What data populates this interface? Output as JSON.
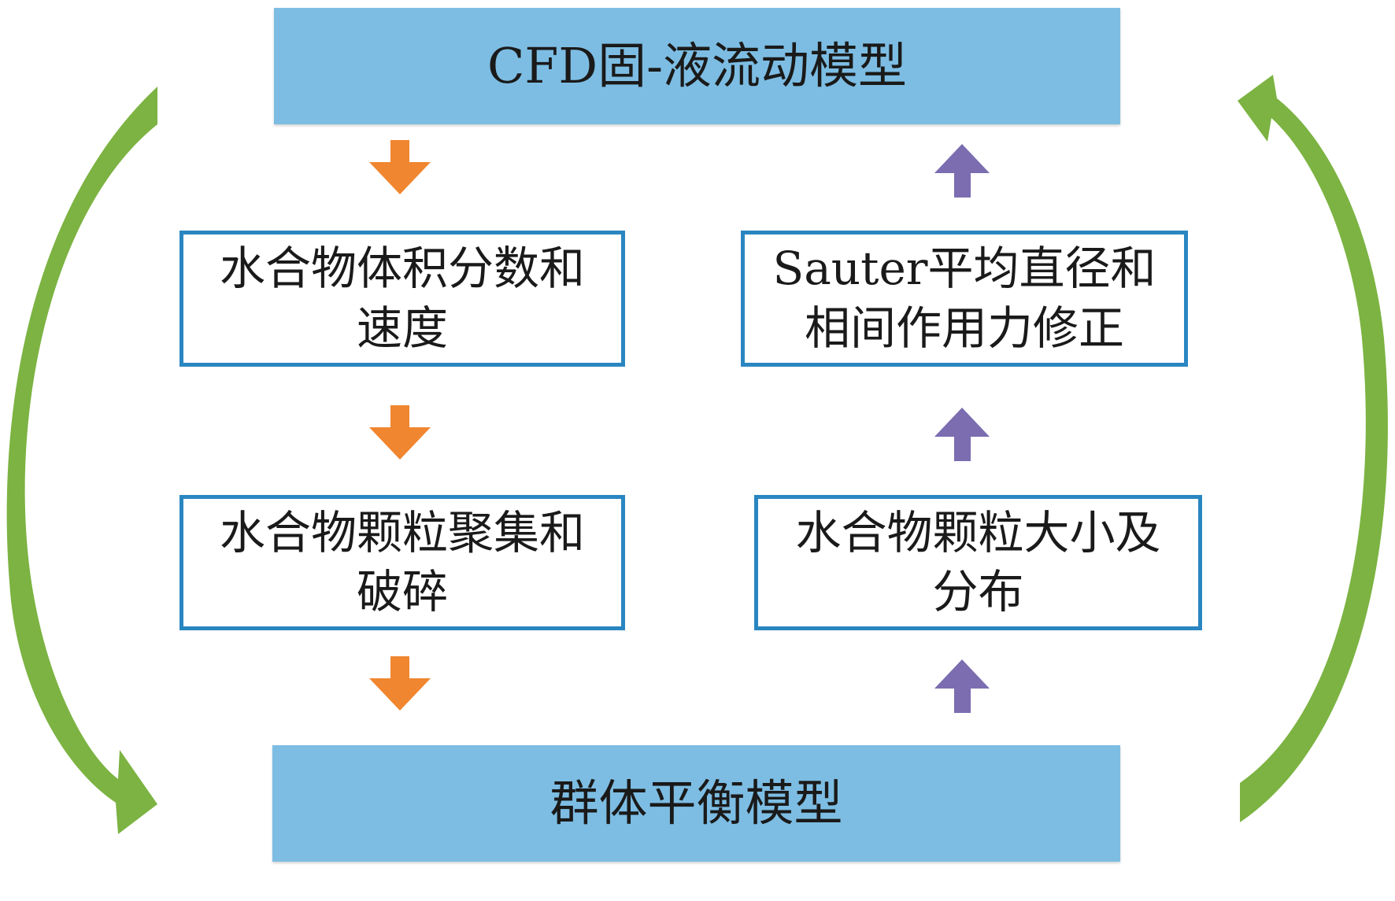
{
  "diagram": {
    "top_model": "CFD固-液流动模型",
    "bottom_model": "群体平衡模型",
    "left_column": [
      {
        "lines": [
          "水合物体积分数和",
          "速度"
        ]
      },
      {
        "lines": [
          "水合物颗粒聚集和",
          "破碎"
        ]
      }
    ],
    "right_column": [
      {
        "lines": [
          "Sauter平均直径和",
          "相间作用力修正"
        ]
      },
      {
        "lines": [
          "水合物颗粒大小及",
          "分布"
        ]
      }
    ]
  },
  "colors": {
    "model_fill": "#7dbde3",
    "box_border": "#2a86c1",
    "down_arrow": "#f0862f",
    "up_arrow": "#7b6db0",
    "cycle_arrow": "#7cb342"
  },
  "icons": {
    "down_arrows": "arrow-down-icon",
    "up_arrows": "arrow-up-icon",
    "cycle_arrows": "curved-arrow-icon"
  }
}
